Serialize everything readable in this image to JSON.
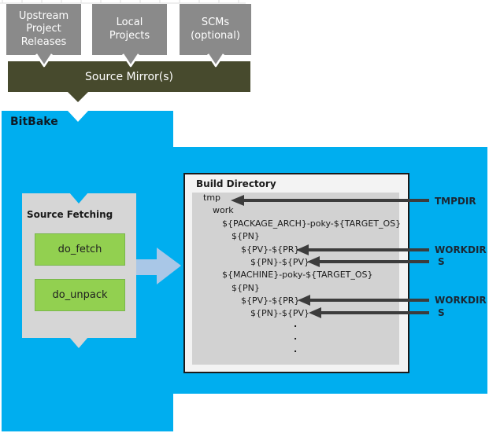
{
  "diagram": {
    "sources": [
      {
        "label": "Upstream\nProject\nReleases"
      },
      {
        "label": "Local\nProjects"
      },
      {
        "label": "SCMs\n(optional)"
      }
    ],
    "mirror_label": "Source Mirror(s)",
    "bitbake_label": "BitBake",
    "source_fetching": {
      "title": "Source Fetching",
      "tasks": [
        {
          "label": "do_fetch"
        },
        {
          "label": "do_unpack"
        }
      ]
    },
    "build_directory": {
      "title": "Build Directory",
      "tree": [
        "tmp",
        "work",
        "${PACKAGE_ARCH}-poky-${TARGET_OS}",
        "${PN}",
        "${PV}-${PR}",
        "${PN}-${PV}",
        "${MACHINE}-poky-${TARGET_OS}",
        "${PN}",
        "${PV}-${PR}",
        "${PN}-${PV}"
      ],
      "ellipsis": [
        ".",
        ".",
        "."
      ]
    },
    "annotations": [
      {
        "label": "TMPDIR"
      },
      {
        "label": "WORKDIR"
      },
      {
        "label": "S"
      },
      {
        "label": "WORKDIR"
      },
      {
        "label": "S"
      }
    ],
    "colors": {
      "bitbake_region": "#00AEEF",
      "mirror_bar": "#474A2D",
      "source_box": "#8A8A8A",
      "fetch_box": "#D6D6D6",
      "task_green": "#92D050",
      "flow_arrow": "#A9C7E7",
      "annotation_arrow": "#3C3C3C"
    }
  }
}
